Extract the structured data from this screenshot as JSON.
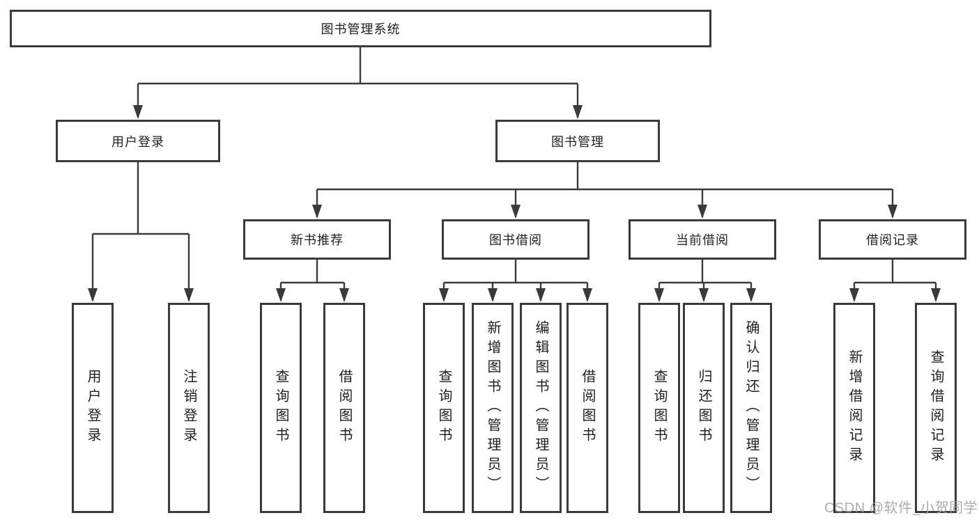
{
  "tree": {
    "root": "图书管理系统",
    "user_login": {
      "label": "用户登录",
      "children": [
        "用户登录",
        "注销登录"
      ]
    },
    "book_management": {
      "label": "图书管理",
      "sections": [
        {
          "label": "新书推荐",
          "children": [
            "查询图书",
            "借阅图书"
          ]
        },
        {
          "label": "图书借阅",
          "children": [
            "查询图书",
            "新增图书（管理员）",
            "编辑图书（管理员）",
            "借阅图书"
          ]
        },
        {
          "label": "当前借阅",
          "children": [
            "查询图书",
            "归还图书",
            "确认归还（管理员）"
          ]
        },
        {
          "label": "借阅记录",
          "children": [
            "新增借阅记录",
            "查询借阅记录"
          ]
        }
      ]
    }
  },
  "watermark": "CSDN @软件_小贺同学",
  "colors": {
    "line": "#3a3a3a",
    "box_border": "#3a3a3a",
    "text": "#1f1f1f",
    "watermark": "#9e9e9e",
    "background": "#ffffff"
  }
}
